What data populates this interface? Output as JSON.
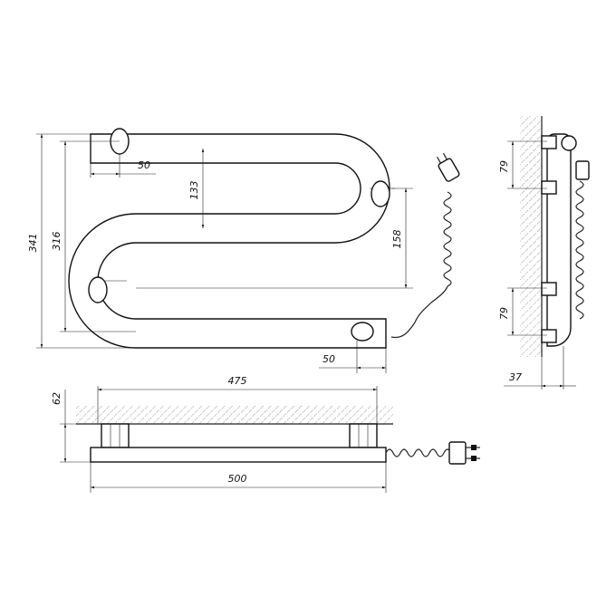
{
  "dimensions": {
    "front_top_mount_offset": "50",
    "front_bottom_mount_offset": "50",
    "front_inner_gap": "133",
    "front_right_height": "158",
    "front_total_height": "341",
    "front_pipe_height": "316",
    "side_top": "79",
    "side_bottom": "79",
    "side_depth": "37",
    "top_mount_spacing": "475",
    "top_total_width": "500",
    "top_depth": "62"
  }
}
